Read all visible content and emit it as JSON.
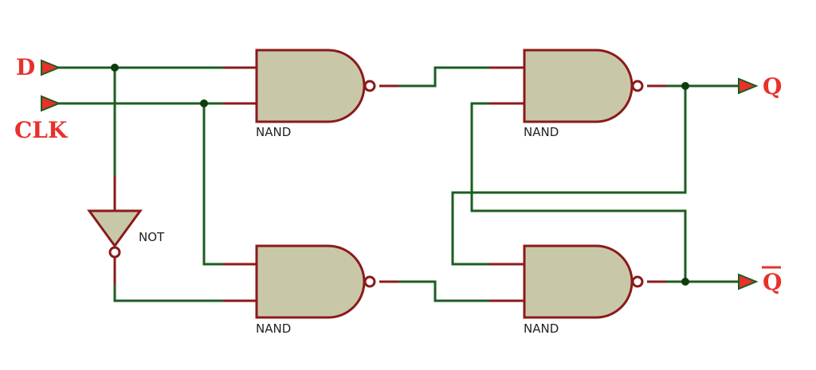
{
  "pins": {
    "d": "D",
    "clk": "CLK",
    "q": "Q",
    "qbar": "Q"
  },
  "gates": {
    "g1": "NAND",
    "g2": "NAND",
    "g3": "NAND",
    "g4": "NAND",
    "inv": "NOT"
  },
  "colors": {
    "wire": "#1b5e20",
    "gate_fill": "#c8c8a9",
    "gate_stroke": "#8b1a1a",
    "pin_label": "#e8312c",
    "junction": "#0d3d0d"
  }
}
